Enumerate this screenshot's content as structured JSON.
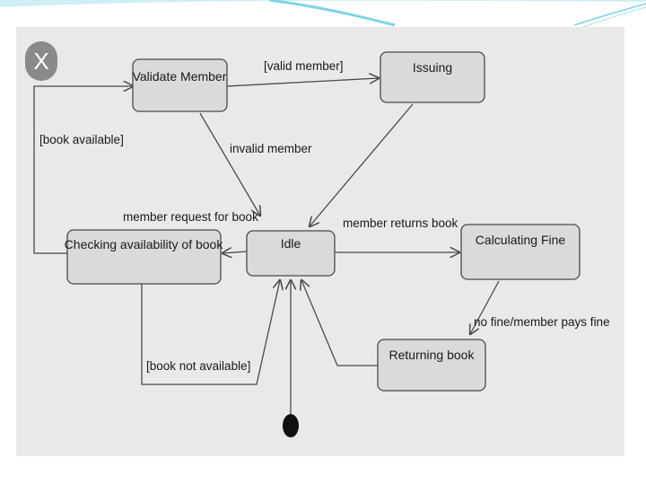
{
  "close_button": {
    "glyph": "X"
  },
  "states": {
    "validate_member": "Validate Member",
    "issuing": "Issuing",
    "checking_availability": "Checking availability of book",
    "idle": "Idle",
    "calculating_fine": "Calculating Fine",
    "returning_book": "Returning book"
  },
  "transitions": {
    "valid_member": "[valid member]",
    "invalid_member": "invalid member",
    "book_available": "[book available]",
    "member_request": "member request for book",
    "member_returns_book": "member returns book",
    "no_fine": "no fine/member pays fine",
    "book_not_available": "[book not available]"
  },
  "colors": {
    "panel_bg": "#e9e9e9",
    "state_fill": "#dadada",
    "line": "#4a4a4a",
    "accent_teal": "#7fd3e6"
  }
}
